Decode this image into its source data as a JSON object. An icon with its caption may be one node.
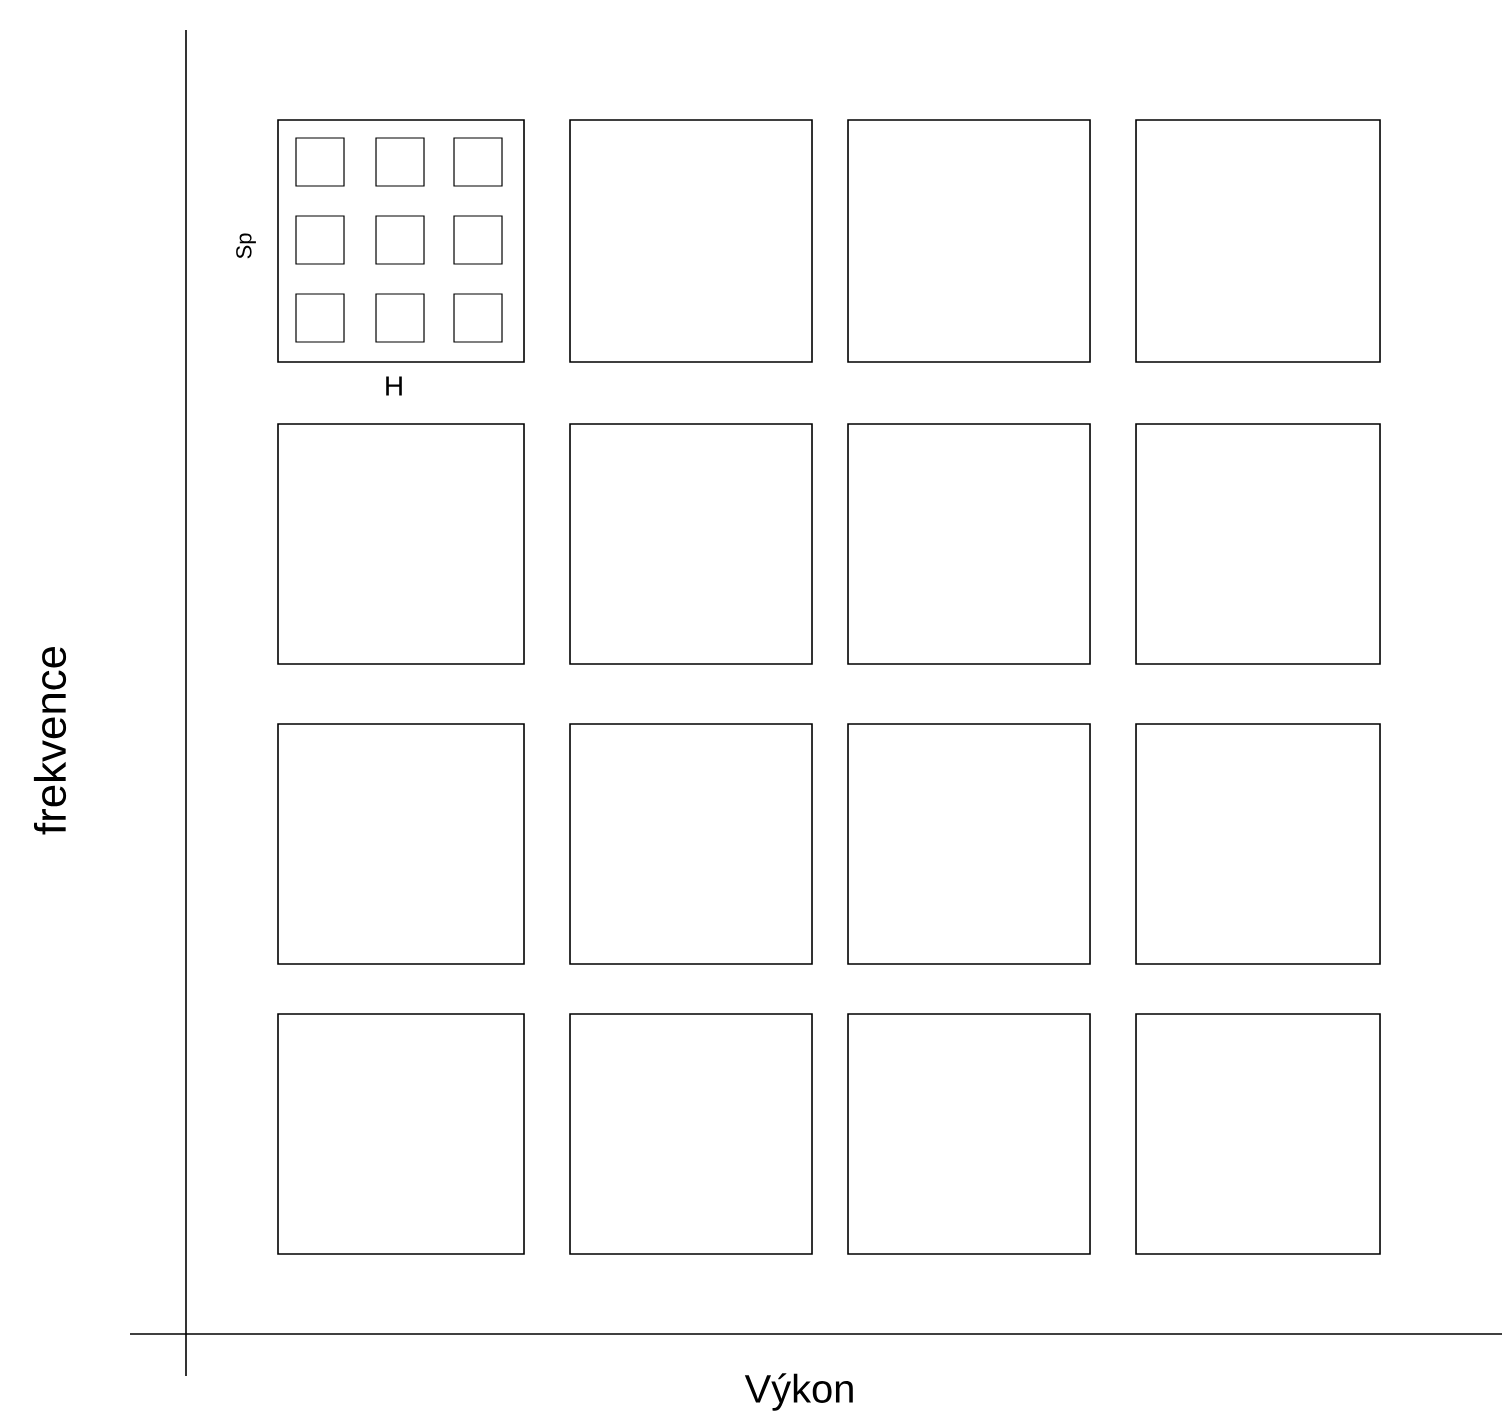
{
  "diagram": {
    "nodes": [
      {
        "text": [],
        "shape": "box"
      },
      {
        "text": [],
        "shape": "box",
        "in": 0
      },
      {
        "text": [],
        "shape": "box",
        "in": 0
      },
      {
        "text": [],
        "shape": "box",
        "in": 0
      },
      {
        "text": [],
        "shape": "box",
        "in": 0
      },
      {
        "text": [],
        "shape": "box",
        "in": 0
      },
      {
        "text": [],
        "shape": "box",
        "in": 0
      },
      {
        "text": [],
        "shape": "box",
        "in": 0
      },
      {
        "text": [],
        "shape": "box",
        "in": 0
      },
      {
        "text": [],
        "shape": "box",
        "in": 0
      },
      {
        "text": [],
        "shape": "box"
      },
      {
        "text": [],
        "shape": "box"
      },
      {
        "text": [],
        "shape": "box"
      },
      {
        "text": [],
        "shape": "box"
      },
      {
        "text": [],
        "shape": "box"
      },
      {
        "text": [],
        "shape": "box"
      },
      {
        "text": [],
        "shape": "box"
      },
      {
        "text": [],
        "shape": "box"
      },
      {
        "text": [],
        "shape": "box"
      },
      {
        "text": [],
        "shape": "box"
      },
      {
        "text": [],
        "shape": "box"
      },
      {
        "text": [],
        "shape": "box"
      },
      {
        "text": [],
        "shape": "box"
      },
      {
        "text": [],
        "shape": "box"
      },
      {
        "text": [],
        "shape": "box"
      }
    ],
    "edges": [],
    "labels": [
      "frekvence",
      "Výkon",
      "Sp",
      "H"
    ]
  }
}
